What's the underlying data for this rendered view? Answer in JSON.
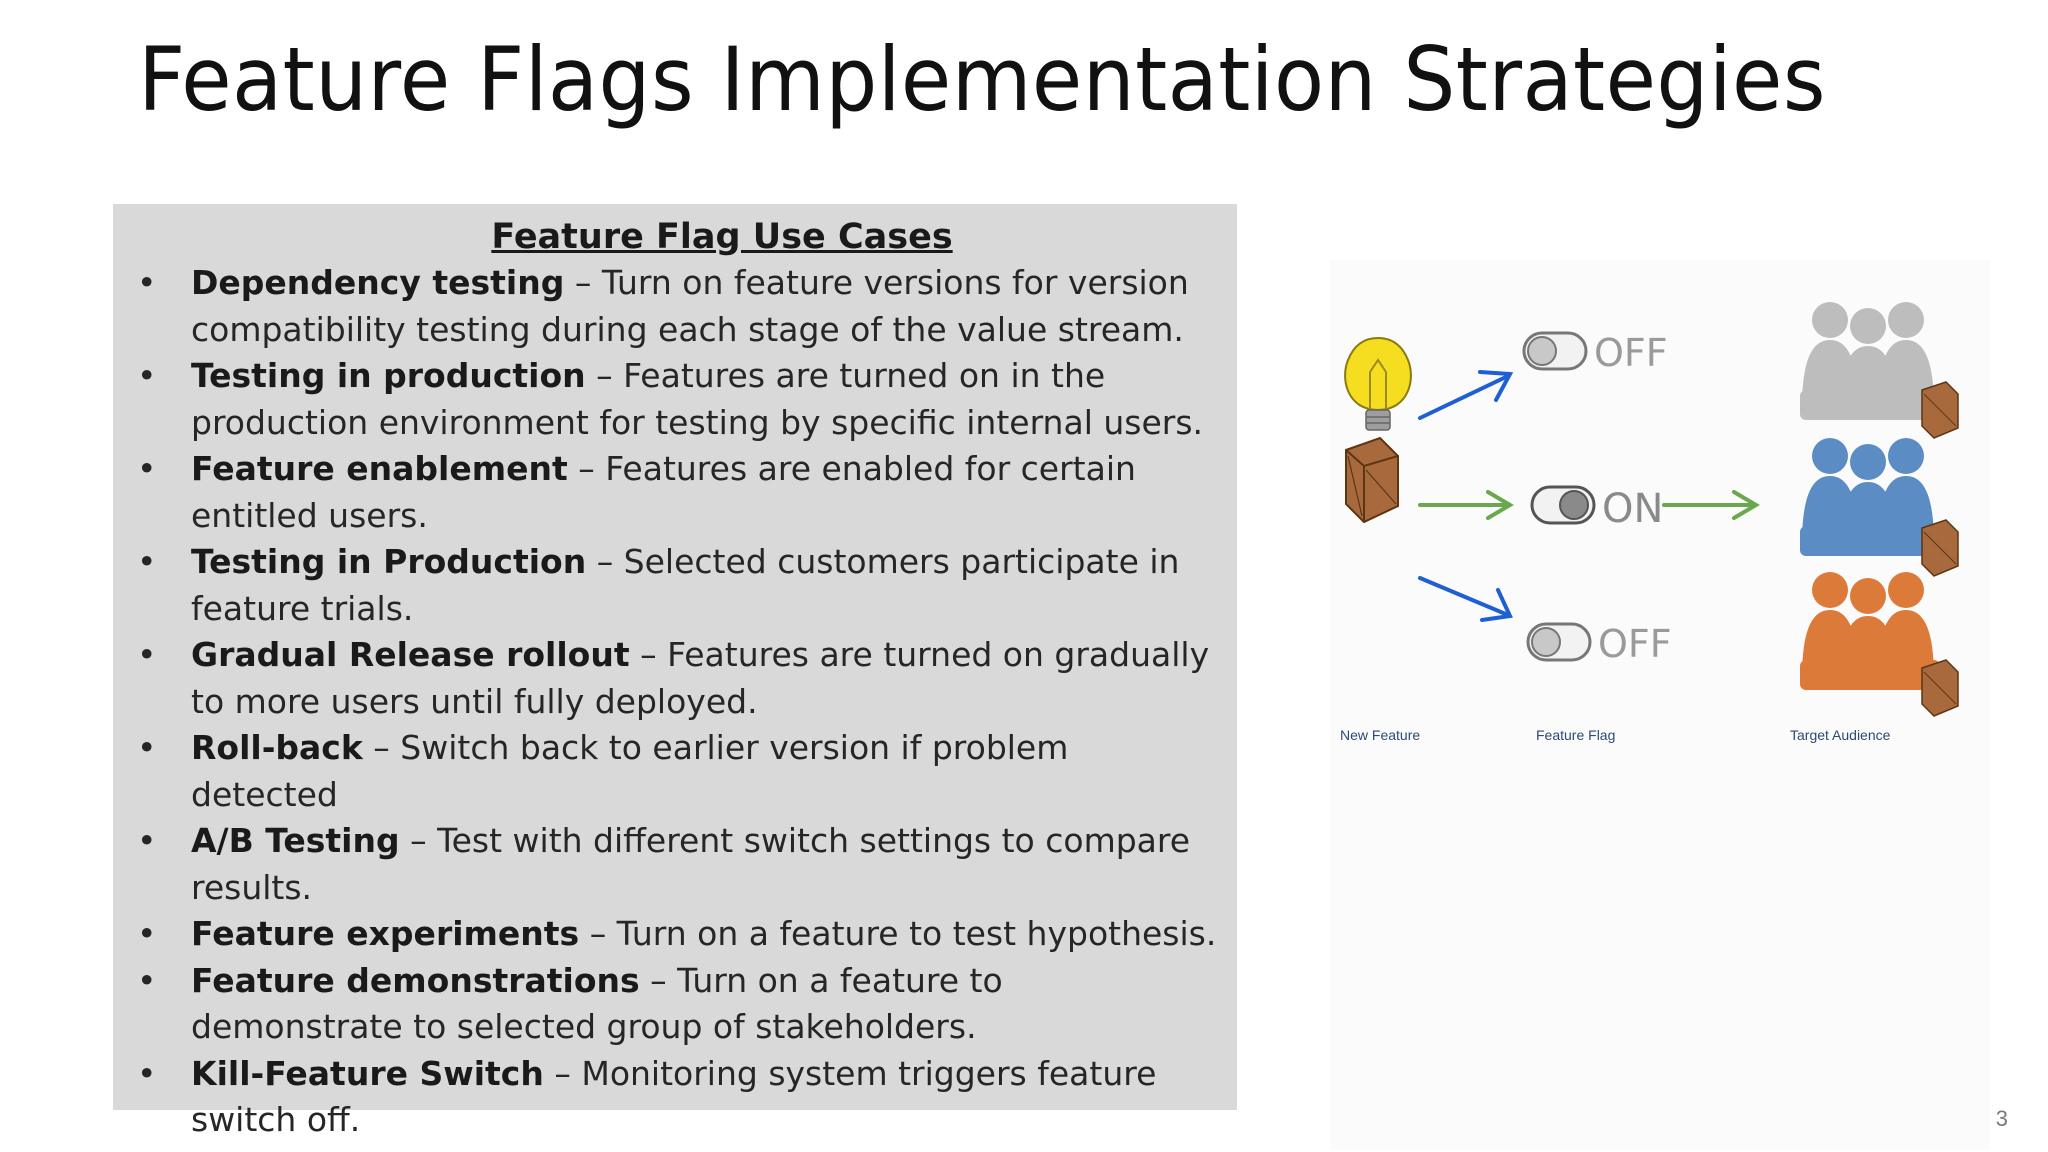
{
  "slide": {
    "title": "Feature Flags Implementation Strategies",
    "page_number": "3"
  },
  "use_cases": {
    "heading": "Feature Flag Use Cases",
    "items": [
      {
        "term": "Dependency testing",
        "text": " – Turn on feature versions for version compatibility testing during each stage of the value stream."
      },
      {
        "term": "Testing in production",
        "text": " – Features are  turned on in the production environment for testing by specific internal users."
      },
      {
        "term": "Feature enablement",
        "text": " – Features are enabled for certain entitled users."
      },
      {
        "term": "Testing in Production",
        "text": " – Selected customers participate in feature trials."
      },
      {
        "term": "Gradual Release rollout",
        "text": " – Features are turned on gradually to more users until fully deployed."
      },
      {
        "term": "Roll-back",
        "text": " – Switch back to earlier version if problem detected"
      },
      {
        "term": "A/B Testing",
        "text": " – Test with different switch settings to compare results."
      },
      {
        "term": "Feature experiments",
        "text": " – Turn on a feature to test hypothesis."
      },
      {
        "term": "Feature demonstrations",
        "text": " – Turn on a feature to demonstrate to selected group of stakeholders."
      },
      {
        "term": "Kill-Feature Switch",
        "text": " – Monitoring system triggers feature switch off."
      }
    ]
  },
  "diagram": {
    "switch_off_top": "OFF",
    "switch_on": "ON",
    "switch_off_bottom": "OFF",
    "label_new_feature": "New Feature",
    "label_feature_flag": "Feature Flag",
    "label_target_audience": "Target Audience",
    "colors": {
      "bulb": "#f5dd1f",
      "box": "#a86a3d",
      "arrow_blue": "#1f5fd6",
      "arrow_green": "#6aa84f",
      "people_gray": "#bdbdbd",
      "people_blue": "#5b8cc4",
      "people_orange": "#dc7a3a"
    }
  }
}
